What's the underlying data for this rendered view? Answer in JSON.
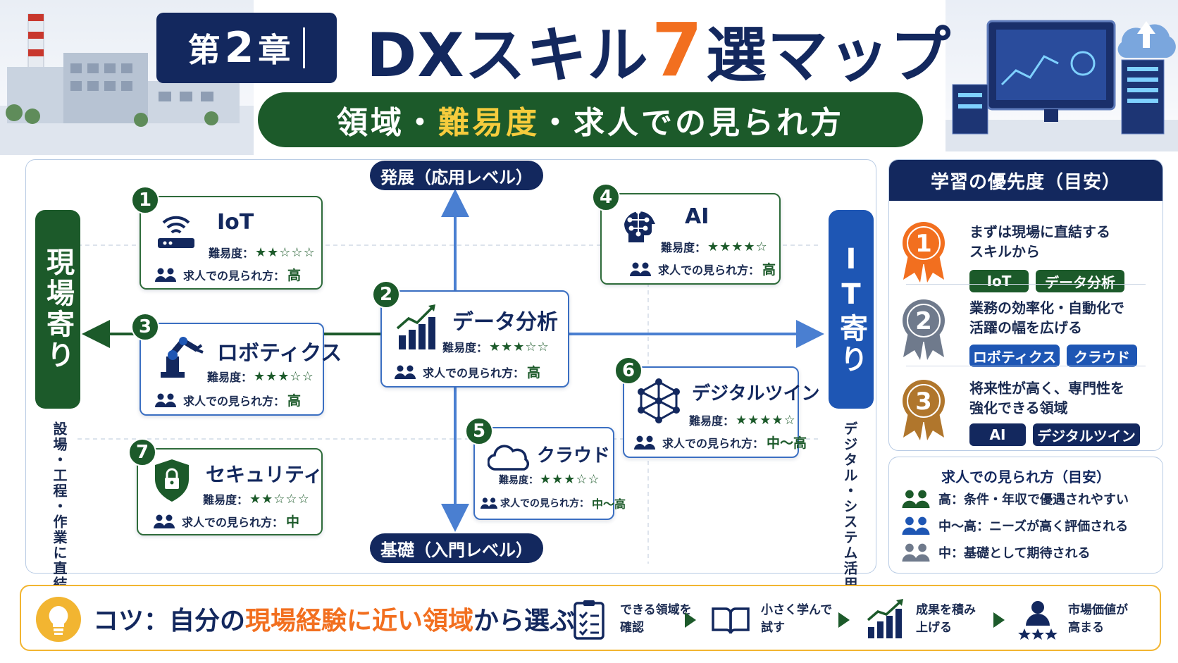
{
  "header": {
    "chapter_prefix": "第",
    "chapter_number": "2",
    "chapter_suffix": "章",
    "title_a": "DXスキル",
    "title_seven": "7",
    "title_b": "選マップ",
    "subtitle_a": "領域・",
    "subtitle_hl": "難易度",
    "subtitle_b": "・求人での見られ方"
  },
  "axes": {
    "top": "発展（応用レベル）",
    "bottom": "基礎（入門レベル）",
    "left": "現場寄り",
    "left_sub": "設場・工程・作業に直結",
    "right": "IT寄り",
    "right_sub": "デジタル・システム活用"
  },
  "labels": {
    "difficulty": "難易度：",
    "demand": "求人での見られ方："
  },
  "skills": [
    {
      "num": "1",
      "name": "IoT",
      "stars": "★★☆☆☆",
      "demand": "高"
    },
    {
      "num": "2",
      "name": "データ分析",
      "stars": "★★★☆☆",
      "demand": "高"
    },
    {
      "num": "3",
      "name": "ロボティクス",
      "stars": "★★★☆☆",
      "demand": "高"
    },
    {
      "num": "4",
      "name": "AI",
      "stars": "★★★★☆",
      "demand": "高"
    },
    {
      "num": "5",
      "name": "クラウド",
      "stars": "★★★☆☆",
      "demand": "中〜高"
    },
    {
      "num": "6",
      "name": "デジタルツイン",
      "stars": "★★★★☆",
      "demand": "中〜高"
    },
    {
      "num": "7",
      "name": "セキュリティ",
      "stars": "★★☆☆☆",
      "demand": "中"
    }
  ],
  "priority": {
    "title": "学習の優先度（目安）",
    "items": [
      {
        "rank": "1",
        "line1": "まずは現場に直結する",
        "line2": "スキルから",
        "tags": [
          "IoT",
          "データ分析"
        ],
        "color": "#f26f1f"
      },
      {
        "rank": "2",
        "line1": "業務の効率化・自動化で",
        "line2": "活躍の幅を広げる",
        "tags": [
          "ロボティクス",
          "クラウド"
        ],
        "color": "#6f7a8c"
      },
      {
        "rank": "3",
        "line1": "将来性が高く、専門性を",
        "line2": "強化できる領域",
        "tags": [
          "AI",
          "デジタルツイン"
        ],
        "color": "#b0762c"
      }
    ]
  },
  "demand_legend": {
    "title": "求人での見られ方（目安）",
    "rows": [
      {
        "text": "高：条件・年収で優遇されやすい",
        "color": "#1c5a2a"
      },
      {
        "text": "中〜高：ニーズが高く評価される",
        "color": "#1e56b4"
      },
      {
        "text": "中：基礎として期待される",
        "color": "#6f7a8c"
      }
    ]
  },
  "tip": {
    "prefix": "コツ：自分の",
    "hl": "現場経験に近い領域",
    "suffix": "から選ぶ",
    "steps": [
      {
        "line1": "できる領域を",
        "line2": "確認"
      },
      {
        "line1": "小さく学んで",
        "line2": "試す"
      },
      {
        "line1": "成果を積み",
        "line2": "上げる"
      },
      {
        "line1": "市場価値が",
        "line2": "高まる"
      }
    ]
  },
  "colors": {
    "navy": "#13285e",
    "green": "#1c5a2a",
    "blue": "#1e56b4",
    "orange": "#f26f1f",
    "gold": "#f6cc3d"
  }
}
